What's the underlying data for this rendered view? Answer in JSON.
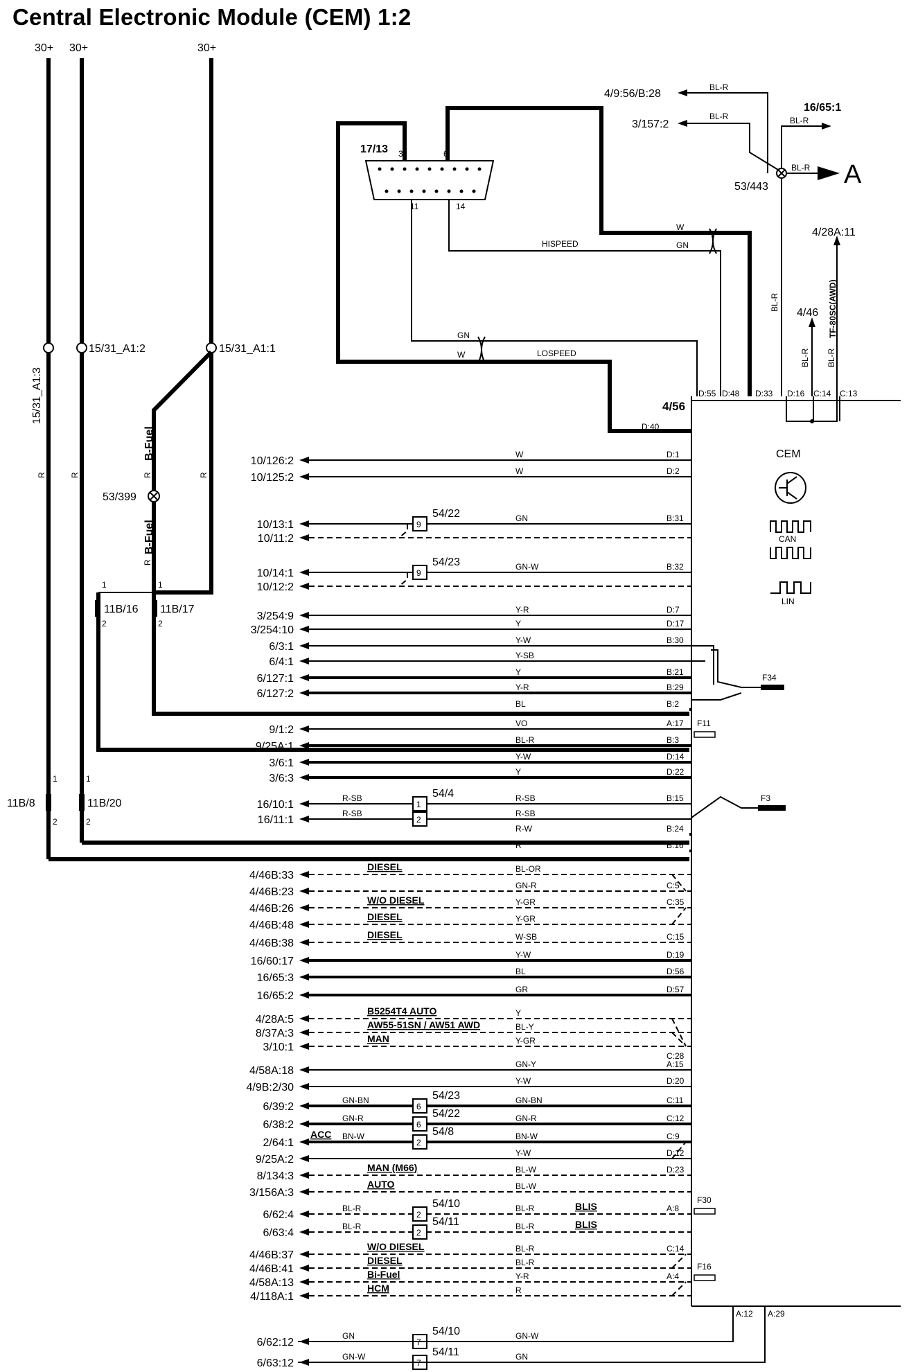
{
  "title": "Central Electronic Module (CEM) 1:2",
  "supply": {
    "a": "30+",
    "b": "30+",
    "c": "30+"
  },
  "module": {
    "ref": "4/56",
    "name": "CEM",
    "can": "CAN",
    "lin": "LIN"
  },
  "dlc": {
    "ref": "17/13",
    "pin3": "3",
    "pin6": "6",
    "pin11": "11",
    "pin14": "14"
  },
  "bus": {
    "hispeed": "HISPEED",
    "lospeed": "LOSPEED"
  },
  "splice": {
    "s1": "53/443",
    "s2": "53/399",
    "arrow_label": "A"
  },
  "fuses": {
    "f34": "F34",
    "f3": "F3",
    "f11": "F11",
    "f30": "F30",
    "f16": "F16"
  },
  "fuse_feeds": {
    "f1": "15/31_A1:3",
    "f2": "15/31_A1:2",
    "f3": "15/31_A1:1"
  },
  "connectors": {
    "c11b16": "11B/16",
    "c11b17": "11B/17",
    "c11b8": "11B/8",
    "c11b20": "11B/20",
    "p1": "1",
    "p2": "2"
  },
  "bfuel": {
    "a": "B-Fuel",
    "b": "B-Fuel"
  },
  "feed_colors": {
    "r": "R"
  },
  "top_right": {
    "t1": "4/9:56/B:28",
    "t2": "3/157:2",
    "t3": "16/65:1",
    "t4": "4/28A:11",
    "t5": "4/46",
    "c_blr": "BL-R",
    "tf": "TF-80SC(AWD)",
    "w": "W",
    "gn": "GN"
  },
  "pins_top": [
    "D:55",
    "D:48",
    "D:33",
    "D:16",
    "C:14",
    "C:13"
  ],
  "pin_d40": "D:40",
  "rows": [
    {
      "label": "10/126:2",
      "color": "W",
      "pin": "D:1"
    },
    {
      "label": "10/125:2",
      "color": "W",
      "pin": "D:2"
    },
    {
      "label": "10/13:1",
      "color": "GN",
      "pin": "B:31",
      "mid": "54/22",
      "box": "9"
    },
    {
      "label": "10/11:2"
    },
    {
      "label": "10/14:1",
      "color": "GN-W",
      "pin": "B:32",
      "mid": "54/23",
      "box": "9"
    },
    {
      "label": "10/12:2"
    },
    {
      "label": "3/254:9",
      "color": "Y-R",
      "pin": "D:7"
    },
    {
      "label": "3/254:10",
      "color": "Y",
      "pin": "D:17"
    },
    {
      "label": "6/3:1",
      "color": "Y-W",
      "pin": "B:30"
    },
    {
      "label": "6/4:1",
      "color": "Y-SB"
    },
    {
      "label": "6/127:1",
      "color": "Y",
      "pin": "B:21"
    },
    {
      "label": "6/127:2",
      "color": "Y-R",
      "pin": "B:29"
    },
    {
      "color": "BL",
      "pin": "B:2"
    },
    {
      "label": "9/1:2",
      "color": "VO",
      "pin": "A:17"
    },
    {
      "label": "9/25A:1",
      "color": "BL-R",
      "pin": "B:3"
    },
    {
      "label": "3/6:1",
      "color": "Y-W",
      "pin": "D:14"
    },
    {
      "label": "3/6:3",
      "color": "Y",
      "pin": "D:22"
    },
    {
      "label": "16/10:1",
      "color": "R-SB",
      "lcolor": "R-SB",
      "pin": "B:15",
      "mid": "54/4",
      "box": "1"
    },
    {
      "label": "16/11:1",
      "color": "R-SB",
      "lcolor": "R-SB",
      "box": "2"
    },
    {
      "color": "R-W",
      "pin": "B:24"
    },
    {
      "color": "R",
      "pin": "B:16"
    },
    {
      "label": "4/46B:33",
      "color": "BL-OR",
      "note": "DIESEL"
    },
    {
      "label": "4/46B:23",
      "color": "GN-R",
      "pin": "C:5"
    },
    {
      "label": "4/46B:26",
      "color": "Y-GR",
      "pin": "C:35",
      "note": "W/O DIESEL"
    },
    {
      "label": "4/46B:48",
      "color": "Y-GR",
      "note": "DIESEL"
    },
    {
      "label": "4/46B:38",
      "color": "W-SB",
      "pin": "C:15",
      "note": "DIESEL"
    },
    {
      "label": "16/60:17",
      "color": "Y-W",
      "pin": "D:19"
    },
    {
      "label": "16/65:3",
      "color": "BL",
      "pin": "D:56"
    },
    {
      "label": "16/65:2",
      "color": "GR",
      "pin": "D:57"
    },
    {
      "label": "4/28A:5",
      "color": "Y",
      "note": "B5254T4 AUTO"
    },
    {
      "label": "8/37A:3",
      "color": "BL-Y",
      "note": "AW55-51SN / AW51 AWD"
    },
    {
      "label": "3/10:1",
      "color": "Y-GR",
      "note": "MAN",
      "pin2": "C:28"
    },
    {
      "label": "4/58A:18",
      "color": "GN-Y",
      "pin": "A:15"
    },
    {
      "label": "4/9B:2/30",
      "color": "Y-W",
      "pin": "D:20"
    },
    {
      "label": "6/39:2",
      "lcolor": "GN-BN",
      "color": "GN-BN",
      "pin": "C:11",
      "mid": "54/23",
      "box": "6"
    },
    {
      "label": "6/38:2",
      "lcolor": "GN-R",
      "color": "GN-R",
      "pin": "C:12",
      "mid": "54/22",
      "box": "6"
    },
    {
      "label": "2/64:1",
      "lcolor": "BN-W",
      "color": "BN-W",
      "pin": "C:9",
      "mid": "54/8",
      "box": "2",
      "note": "ACC"
    },
    {
      "label": "9/25A:2",
      "color": "Y-W",
      "pin": "D:12"
    },
    {
      "label": "8/134:3",
      "color": "BL-W",
      "pin": "D:23",
      "note": "MAN (M66)"
    },
    {
      "label": "3/156A:3",
      "color": "BL-W",
      "note": "AUTO"
    },
    {
      "label": "6/62:4",
      "lcolor": "BL-R",
      "color": "BL-R",
      "pin": "A:8",
      "mid": "54/10",
      "box": "2",
      "note": "BLIS"
    },
    {
      "label": "6/63:4",
      "lcolor": "BL-R",
      "color": "BL-R",
      "mid": "54/11",
      "box": "2",
      "note": "BLIS"
    },
    {
      "label": "4/46B:37",
      "color": "BL-R",
      "pin": "C:14",
      "note": "W/O DIESEL"
    },
    {
      "label": "4/46B:41",
      "color": "BL-R",
      "note": "DIESEL"
    },
    {
      "label": "4/58A:13",
      "color": "Y-R",
      "pin": "A:4",
      "note": "Bi-Fuel"
    },
    {
      "label": "4/118A:1",
      "color": "R",
      "note": "HCM"
    },
    {
      "label": "6/62:12",
      "lcolor": "GN",
      "color": "GN-W",
      "mid": "54/10",
      "box": "7"
    },
    {
      "label": "6/63:12",
      "lcolor": "GN-W",
      "color": "GN",
      "mid": "54/11",
      "box": "7"
    }
  ],
  "bottom_pins": {
    "a12": "A:12",
    "a29": "A:29"
  }
}
